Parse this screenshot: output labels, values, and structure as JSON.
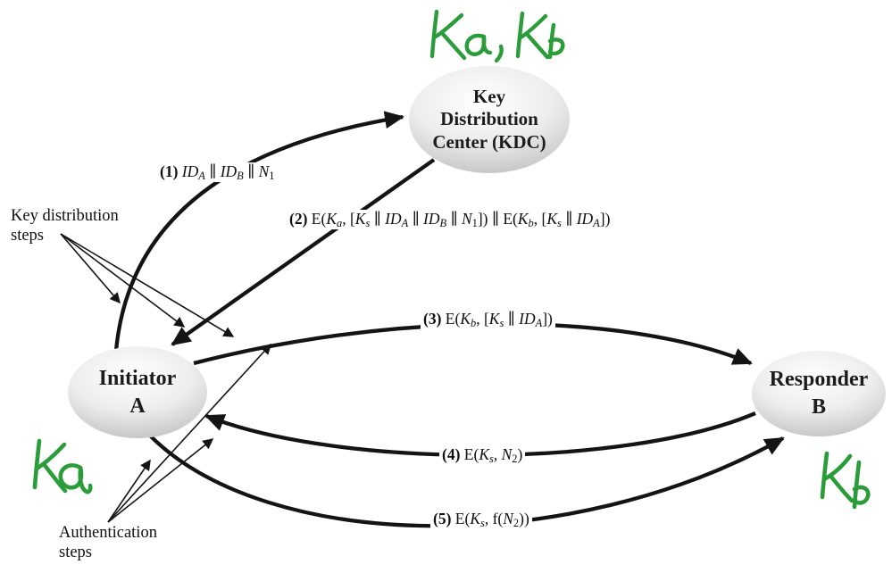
{
  "diagram_title": "Key distribution scenario (KDC protocol)",
  "colors": {
    "ink": "#141414",
    "handwriting_green": "#2a9c39",
    "node_fill_light": "#ffffff",
    "node_fill_dark": "#8f8f8f",
    "background": "#ffffff"
  },
  "nodes": {
    "kdc": {
      "line1": "Key",
      "line2": "Distribution",
      "line3": "Center (KDC)"
    },
    "initiator": {
      "line1": "Initiator",
      "line2": "A"
    },
    "responder": {
      "line1": "Responder",
      "line2": "B"
    }
  },
  "side_labels": {
    "key_distribution": {
      "line1": "Key distribution",
      "line2": "steps"
    },
    "authentication": {
      "line1": "Authentication",
      "line2": "steps"
    }
  },
  "handwritten": {
    "kdc_keys": "Ka, Kb",
    "initiator_key": "Ka",
    "responder_key": "Kb"
  },
  "messages": {
    "m1": {
      "segments": [
        {
          "k": "b",
          "t": "(1) "
        },
        {
          "k": "i",
          "t": "ID"
        },
        {
          "k": "si",
          "t": "A"
        },
        {
          "k": "r",
          "t": " ∥ "
        },
        {
          "k": "i",
          "t": "ID"
        },
        {
          "k": "si",
          "t": "B"
        },
        {
          "k": "r",
          "t": " ∥ "
        },
        {
          "k": "i",
          "t": "N"
        },
        {
          "k": "sr",
          "t": "1"
        }
      ]
    },
    "m2": {
      "segments": [
        {
          "k": "b",
          "t": "(2) "
        },
        {
          "k": "r",
          "t": "E("
        },
        {
          "k": "i",
          "t": "K"
        },
        {
          "k": "si",
          "t": "a"
        },
        {
          "k": "r",
          "t": ", ["
        },
        {
          "k": "i",
          "t": "K"
        },
        {
          "k": "si",
          "t": "s"
        },
        {
          "k": "r",
          "t": " ∥ "
        },
        {
          "k": "i",
          "t": "ID"
        },
        {
          "k": "si",
          "t": "A"
        },
        {
          "k": "r",
          "t": " ∥ "
        },
        {
          "k": "i",
          "t": "ID"
        },
        {
          "k": "si",
          "t": "B"
        },
        {
          "k": "r",
          "t": " ∥ "
        },
        {
          "k": "i",
          "t": "N"
        },
        {
          "k": "sr",
          "t": "1"
        },
        {
          "k": "r",
          "t": "]) ∥ E("
        },
        {
          "k": "i",
          "t": "K"
        },
        {
          "k": "si",
          "t": "b"
        },
        {
          "k": "r",
          "t": ", ["
        },
        {
          "k": "i",
          "t": "K"
        },
        {
          "k": "si",
          "t": "s"
        },
        {
          "k": "r",
          "t": " ∥ "
        },
        {
          "k": "i",
          "t": "ID"
        },
        {
          "k": "si",
          "t": "A"
        },
        {
          "k": "r",
          "t": "])"
        }
      ]
    },
    "m3": {
      "segments": [
        {
          "k": "b",
          "t": "(3) "
        },
        {
          "k": "r",
          "t": "E("
        },
        {
          "k": "i",
          "t": "K"
        },
        {
          "k": "si",
          "t": "b"
        },
        {
          "k": "r",
          "t": ", ["
        },
        {
          "k": "i",
          "t": "K"
        },
        {
          "k": "si",
          "t": "s"
        },
        {
          "k": "r",
          "t": " ∥ "
        },
        {
          "k": "i",
          "t": "ID"
        },
        {
          "k": "si",
          "t": "A"
        },
        {
          "k": "r",
          "t": "])"
        }
      ]
    },
    "m4": {
      "segments": [
        {
          "k": "b",
          "t": "(4) "
        },
        {
          "k": "r",
          "t": "E("
        },
        {
          "k": "i",
          "t": "K"
        },
        {
          "k": "si",
          "t": "s"
        },
        {
          "k": "r",
          "t": ", "
        },
        {
          "k": "i",
          "t": "N"
        },
        {
          "k": "sr",
          "t": "2"
        },
        {
          "k": "r",
          "t": ")"
        }
      ]
    },
    "m5": {
      "segments": [
        {
          "k": "b",
          "t": "(5) "
        },
        {
          "k": "r",
          "t": "E("
        },
        {
          "k": "i",
          "t": "K"
        },
        {
          "k": "si",
          "t": "s"
        },
        {
          "k": "r",
          "t": ", f("
        },
        {
          "k": "i",
          "t": "N"
        },
        {
          "k": "sr",
          "t": "2"
        },
        {
          "k": "r",
          "t": "))"
        }
      ]
    }
  }
}
